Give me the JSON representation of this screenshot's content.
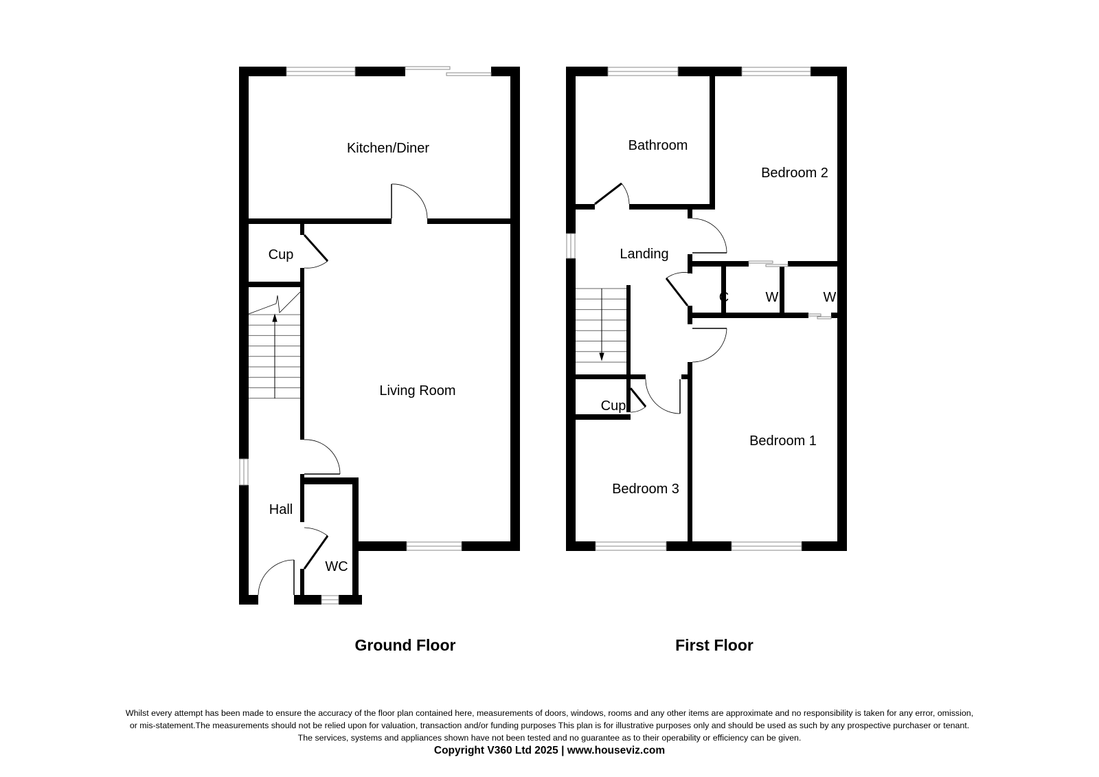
{
  "ground_floor": {
    "title": "Ground Floor",
    "rooms": {
      "kitchen": "Kitchen/Diner",
      "cupboard": "Cup",
      "living": "Living Room",
      "hall": "Hall",
      "wc": "WC"
    }
  },
  "first_floor": {
    "title": "First Floor",
    "rooms": {
      "bathroom": "Bathroom",
      "bedroom2": "Bedroom 2",
      "landing": "Landing",
      "cupboard_c": "C",
      "wardrobe1": "W",
      "wardrobe2": "W",
      "cupboard": "Cup",
      "bedroom1": "Bedroom 1",
      "bedroom3": "Bedroom 3"
    }
  },
  "footer": {
    "disclaimer_1": "Whilst every attempt has been made to ensure the accuracy of the floor plan contained here, measurements of doors, windows, rooms and any other items are approximate and no responsibility is taken for any error, omission,",
    "disclaimer_2": "or mis-statement.The measurements should not be relied upon for valuation, transaction and/or funding purposes This plan is for illustrative purposes only and should be used as such by any prospective purchaser or tenant.",
    "disclaimer_3": "The services, systems and appliances shown have not been tested and no guarantee as to their operability or efficiency can be given.",
    "copyright": "Copyright V360 Ltd 2025 | www.houseviz.com"
  }
}
